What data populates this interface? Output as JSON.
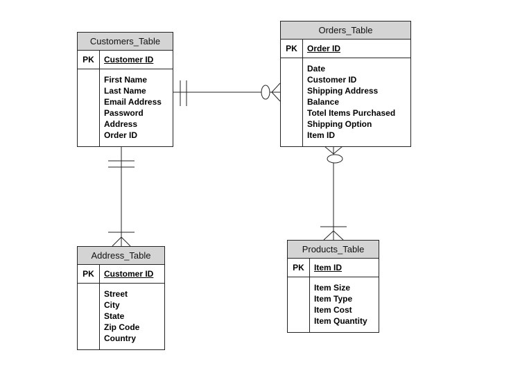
{
  "entities": {
    "customers": {
      "title": "Customers_Table",
      "pk_label": "PK",
      "pk_field": "Customer ID",
      "fields": [
        "First Name",
        "Last Name",
        "Email Address",
        "Password",
        "Address",
        "Order ID"
      ]
    },
    "orders": {
      "title": "Orders_Table",
      "pk_label": "PK",
      "pk_field": "Order ID",
      "fields": [
        "Date",
        "Customer ID",
        "Shipping Address",
        "Balance",
        "Totel Items Purchased",
        "Shipping Option",
        "Item ID"
      ]
    },
    "address": {
      "title": "Address_Table",
      "pk_label": "PK",
      "pk_field": "Customer ID",
      "fields": [
        "Street",
        "City",
        "State",
        "Zip Code",
        "Country"
      ]
    },
    "products": {
      "title": "Products_Table",
      "pk_label": "PK",
      "pk_field": "Item ID",
      "fields": [
        "Item Size",
        "Item Type",
        "Item Cost",
        "Item Quantity"
      ]
    }
  },
  "relationships": [
    {
      "from": "customers",
      "from_end": "one-and-only-one",
      "to": "orders",
      "to_end": "zero-or-many"
    },
    {
      "from": "customers",
      "from_end": "one-and-only-one",
      "to": "address",
      "to_end": "one-or-many"
    },
    {
      "from": "orders",
      "from_end": "zero-or-many",
      "to": "products",
      "to_end": "one-or-many"
    }
  ]
}
